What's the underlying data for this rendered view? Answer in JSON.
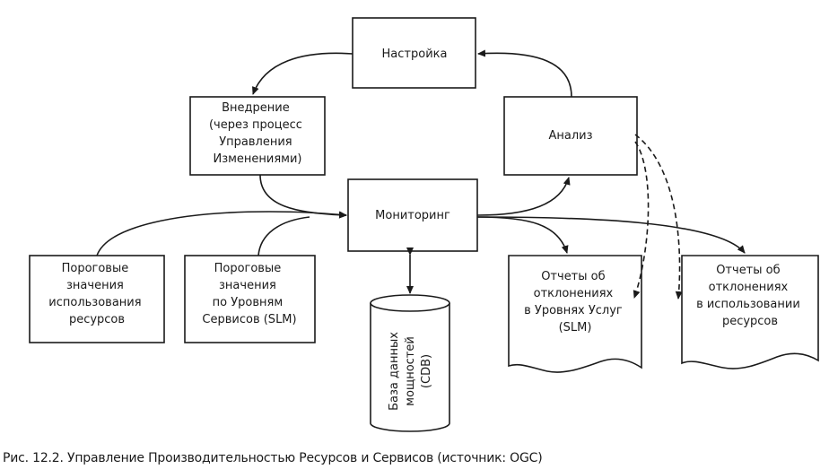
{
  "nodes": {
    "nastroyka": {
      "lines": [
        "Настройка"
      ]
    },
    "vnedrenie": {
      "lines": [
        "Внедрение",
        "(через процесс",
        "Управления",
        "Изменениями)"
      ]
    },
    "analiz": {
      "lines": [
        "Анализ"
      ]
    },
    "monitoring": {
      "lines": [
        "Мониторинг"
      ]
    },
    "porog_resursov": {
      "lines": [
        "Пороговые",
        "значения",
        "использования",
        "ресурсов"
      ]
    },
    "porog_slm": {
      "lines": [
        "Пороговые",
        "значения",
        "по Уровням",
        "Сервисов (SLM)"
      ]
    },
    "cdb": {
      "lines": [
        "База данных",
        "мощностей",
        "(CDB)"
      ]
    },
    "otchet_slm": {
      "lines": [
        "Отчеты об",
        "отклонениях",
        "в Уровнях Услуг",
        "(SLM)"
      ]
    },
    "otchet_resursov": {
      "lines": [
        "Отчеты об",
        "отклонениях",
        "в использовании",
        "ресурсов"
      ]
    }
  },
  "caption": "Рис. 12.2. Управление Производительностью Ресурсов и Сервисов (источник: OGC)"
}
